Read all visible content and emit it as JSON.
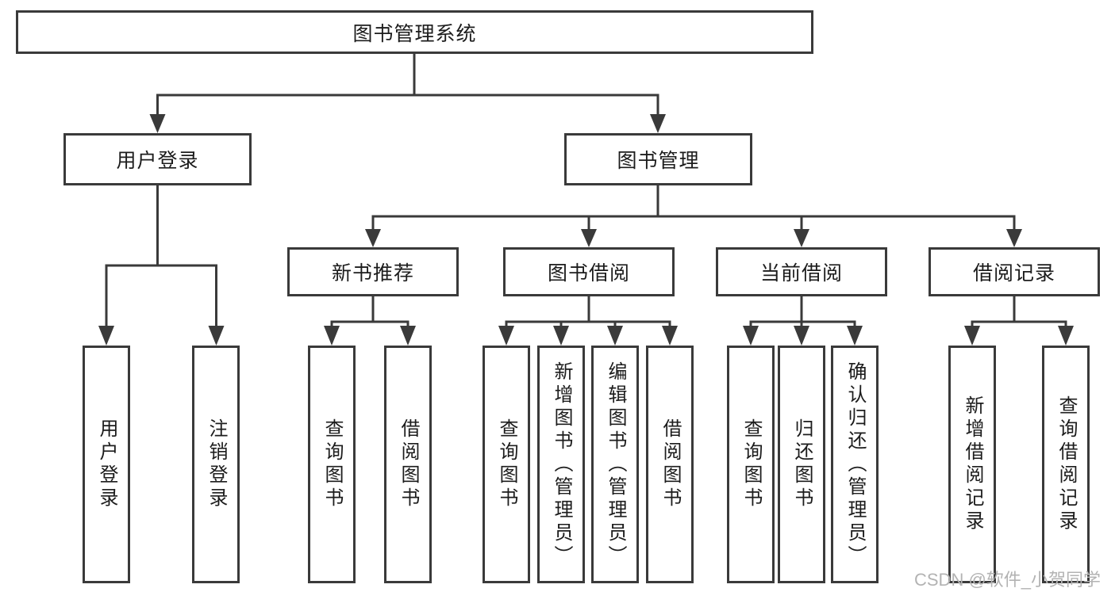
{
  "diagram": {
    "root": {
      "label": "图书管理系统"
    },
    "level2": [
      {
        "label": "用户登录"
      },
      {
        "label": "图书管理"
      }
    ],
    "level3": [
      {
        "label": "新书推荐"
      },
      {
        "label": "图书借阅"
      },
      {
        "label": "当前借阅"
      },
      {
        "label": "借阅记录"
      }
    ],
    "level4": {
      "user_login_children": [
        {
          "label": "用户登录"
        },
        {
          "label": "注销登录"
        }
      ],
      "new_book_children": [
        {
          "label": "查询图书"
        },
        {
          "label": "借阅图书"
        }
      ],
      "book_borrow_children": [
        {
          "label": "查询图书"
        },
        {
          "label": "新增图书（管理员）"
        },
        {
          "label": "编辑图书（管理员）"
        },
        {
          "label": "借阅图书"
        }
      ],
      "current_borrow_children": [
        {
          "label": "查询图书"
        },
        {
          "label": "归还图书"
        },
        {
          "label": "确认归还（管理员）"
        }
      ],
      "records_children": [
        {
          "label": "新增借阅记录"
        },
        {
          "label": "查询借阅记录"
        }
      ]
    }
  },
  "watermark": {
    "text": "CSDN @软件_小贺同学"
  },
  "colors": {
    "line": "#3a3a3a",
    "box_border": "#3a3a3a",
    "box_fill": "#ffffff",
    "text": "#1c1c1c",
    "watermark": "#b3b3b3"
  }
}
